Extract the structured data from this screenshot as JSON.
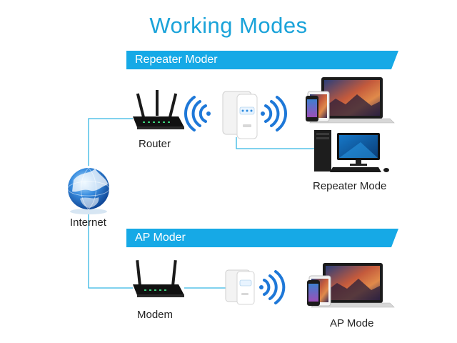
{
  "title": "Working Modes",
  "sections": [
    {
      "heading": "Repeater Moder"
    },
    {
      "heading": "AP Moder"
    }
  ],
  "labels": {
    "router": "Router",
    "internet": "Internet",
    "repeater_mode": "Repeater Mode",
    "modem": "Modem",
    "ap_mode": "AP Mode"
  },
  "colors": {
    "accent": "#1aa3d9",
    "band": "#16a9e6",
    "connector": "#36b6e3",
    "wifi": "#1e78d8"
  },
  "icons": [
    "globe-icon",
    "router-icon",
    "repeater-icon",
    "wifi-signal-icon",
    "laptop-icon",
    "tablet-icon",
    "phone-icon",
    "desktop-computer-icon",
    "modem-icon"
  ]
}
